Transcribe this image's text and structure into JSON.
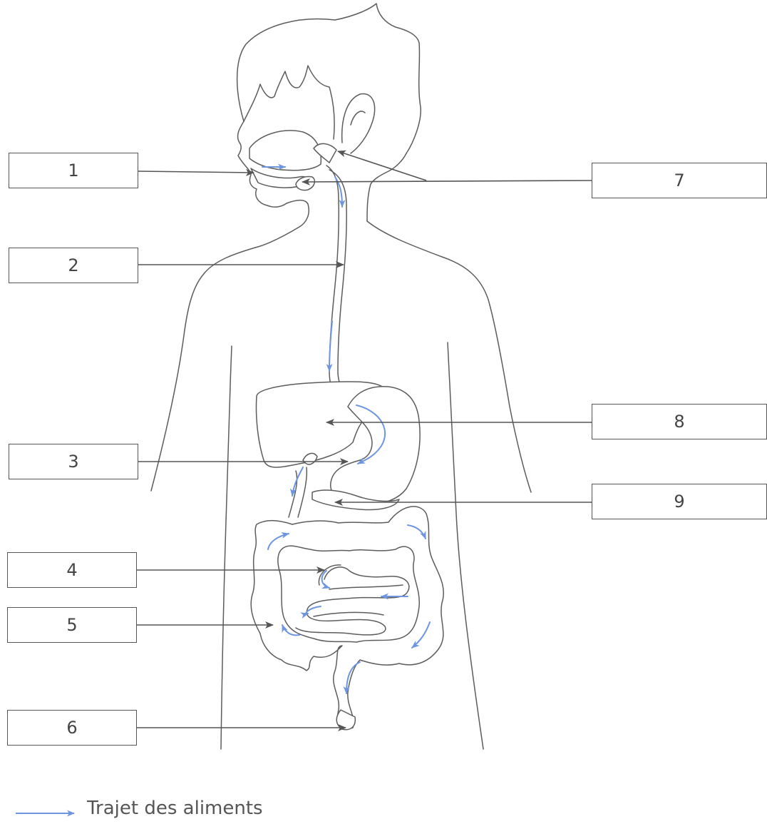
{
  "labels": [
    {
      "id": "1",
      "text": "1"
    },
    {
      "id": "2",
      "text": "2"
    },
    {
      "id": "3",
      "text": "3"
    },
    {
      "id": "4",
      "text": "4"
    },
    {
      "id": "5",
      "text": "5"
    },
    {
      "id": "6",
      "text": "6"
    },
    {
      "id": "7",
      "text": "7"
    },
    {
      "id": "8",
      "text": "8"
    },
    {
      "id": "9",
      "text": "9"
    }
  ],
  "legend": {
    "text": "Trajet des aliments",
    "arrow_color": "#6d95e0"
  },
  "colors": {
    "outline": "#5c5c5c",
    "pointer": "#555555",
    "food_path": "#6d95e0",
    "background": "#ffffff"
  }
}
